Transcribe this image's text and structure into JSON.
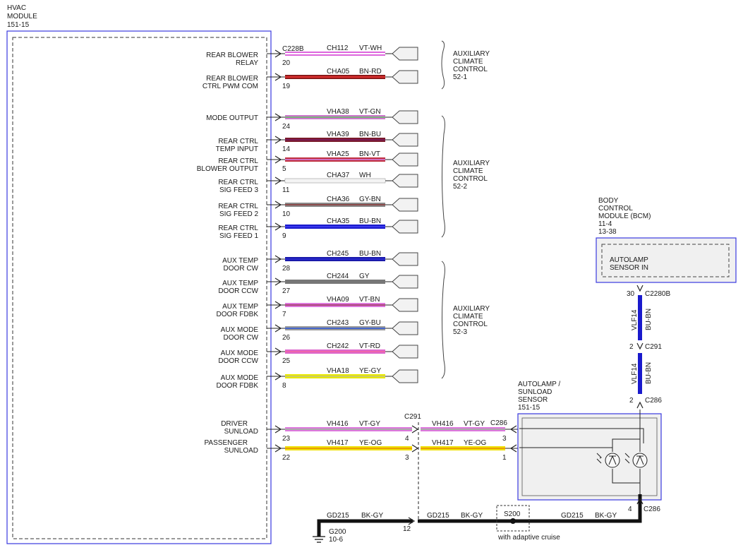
{
  "hvac": {
    "l1": "HVAC",
    "l2": "MODULE",
    "l3": "151-15"
  },
  "bcm": {
    "l1": "BODY",
    "l2": "CONTROL",
    "l3": "MODULE (BCM)",
    "l4": "11-4",
    "l5": "13-38",
    "pin_l1": "AUTOLAMP",
    "pin_l2": "SENSOR IN"
  },
  "sensor": {
    "l1": "AUTOLAMP /",
    "l2": "SUNLOAD",
    "l3": "SENSOR",
    "l4": "151-15"
  },
  "connector_c228b": "C228B",
  "aux1": {
    "l1": "AUXILIARY",
    "l2": "CLIMATE",
    "l3": "CONTROL",
    "l4": "52-1"
  },
  "aux2": {
    "l1": "AUXILIARY",
    "l2": "CLIMATE",
    "l3": "CONTROL",
    "l4": "52-2"
  },
  "aux3": {
    "l1": "AUXILIARY",
    "l2": "CLIMATE",
    "l3": "CONTROL",
    "l4": "52-3"
  },
  "wires": [
    {
      "sig1": "REAR BLOWER",
      "sig2": "RELAY",
      "circuit": "CH112",
      "color": "VT-WH",
      "pin": "20",
      "base": "#dd66dd",
      "stripe": "#ffffff"
    },
    {
      "sig1": "REAR BLOWER",
      "sig2": "CTRL PWM COM",
      "circuit": "CHA05",
      "color": "BN-RD",
      "pin": "19",
      "base": "#8b1a1a",
      "stripe": "#e03030"
    },
    {
      "sig1": "MODE OUTPUT",
      "sig2": "",
      "circuit": "VHA38",
      "color": "VT-GN",
      "pin": "24",
      "base": "#cc77cc",
      "stripe": "#7ab07a"
    },
    {
      "sig1": "REAR CTRL",
      "sig2": "TEMP INPUT",
      "circuit": "VHA39",
      "color": "BN-BU",
      "pin": "14",
      "base": "#7a1a2a",
      "stripe": "#7a1a55"
    },
    {
      "sig1": "REAR CTRL",
      "sig2": "BLOWER OUTPUT",
      "circuit": "VHA25",
      "color": "BN-VT",
      "pin": "5",
      "base": "#c03040",
      "stripe": "#d070c0"
    },
    {
      "sig1": "REAR CTRL",
      "sig2": "SIG FEED 3",
      "circuit": "CHA37",
      "color": "WH",
      "pin": "11",
      "base": "#f4f4f4",
      "stripe": "#f4f4f4"
    },
    {
      "sig1": "REAR CTRL",
      "sig2": "SIG FEED 2",
      "circuit": "CHA36",
      "color": "GY-BN",
      "pin": "10",
      "base": "#888888",
      "stripe": "#8b4a4a"
    },
    {
      "sig1": "REAR CTRL",
      "sig2": "SIG FEED 1",
      "circuit": "CHA35",
      "color": "BU-BN",
      "pin": "9",
      "base": "#1a1acc",
      "stripe": "#3a3aee"
    },
    {
      "sig1": "AUX TEMP",
      "sig2": "DOOR CW",
      "circuit": "CH245",
      "color": "BU-BN",
      "pin": "28",
      "base": "#1a1aaa",
      "stripe": "#2a2acc"
    },
    {
      "sig1": "AUX TEMP",
      "sig2": "DOOR CCW",
      "circuit": "CH244",
      "color": "GY",
      "pin": "27",
      "base": "#777777",
      "stripe": "#777777"
    },
    {
      "sig1": "AUX TEMP",
      "sig2": "DOOR FDBK",
      "circuit": "VHA09",
      "color": "VT-BN",
      "pin": "7",
      "base": "#dd77dd",
      "stripe": "#aa4477"
    },
    {
      "sig1": "AUX MODE",
      "sig2": "DOOR CW",
      "circuit": "CH243",
      "color": "GY-BU",
      "pin": "26",
      "base": "#999999",
      "stripe": "#4466cc"
    },
    {
      "sig1": "AUX MODE",
      "sig2": "DOOR CCW",
      "circuit": "CH242",
      "color": "VT-RD",
      "pin": "25",
      "base": "#dd66cc",
      "stripe": "#ee66aa"
    },
    {
      "sig1": "AUX MODE",
      "sig2": "DOOR FDBK",
      "circuit": "VHA18",
      "color": "YE-GY",
      "pin": "8",
      "base": "#e8e800",
      "stripe": "#cccc66"
    }
  ],
  "sunload": [
    {
      "sig1": "DRIVER",
      "sig2": "SUNLOAD",
      "circuit": "VH416",
      "color": "VT-GY",
      "pin_hvac": "23",
      "c291_pin": "4",
      "circuit2": "VH416",
      "color2": "VT-GY",
      "sensor_pin": "3",
      "base": "#dd77dd",
      "stripe": "#aaaaaa"
    },
    {
      "sig1": "PASSENGER",
      "sig2": "SUNLOAD",
      "circuit": "VH417",
      "color": "YE-OG",
      "pin_hvac": "22",
      "c291_pin": "3",
      "circuit2": "VH417",
      "color2": "YE-OG",
      "sensor_pin": "1",
      "base": "#f0e000",
      "stripe": "#e8a000"
    }
  ],
  "c291_label": "C291",
  "c286_label": "C286",
  "bcm_link": {
    "pin_bcm": "30",
    "conn_bcm": "C2280B",
    "circuit": "VLF14",
    "color": "BU-BN",
    "c291_pin": "2",
    "c291": "C291",
    "c286_pin": "2",
    "c286": "C286"
  },
  "ground": {
    "circuit": "GD215",
    "color": "BK-GY",
    "pin": "12",
    "circuit2": "GD215",
    "color2": "BK-GY",
    "circuit3": "GD215",
    "color3": "BK-GY",
    "splice": "S200",
    "splice_note": "with adaptive cruise",
    "c286_pin": "4",
    "c286": "C286",
    "g_l1": "G200",
    "g_l2": "10-6"
  }
}
